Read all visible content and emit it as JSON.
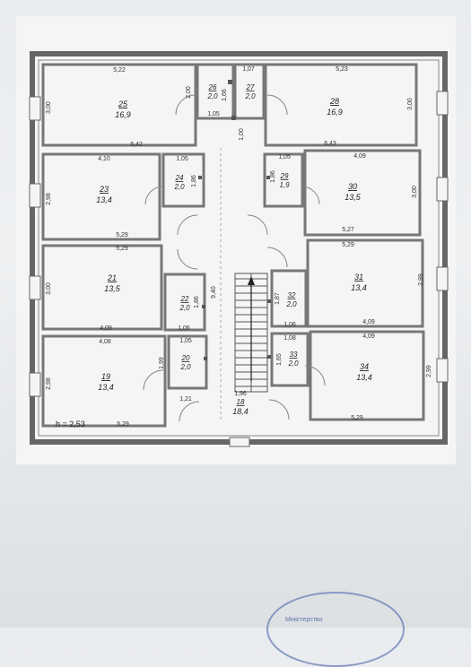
{
  "rooms": [
    {
      "id": "25",
      "area": "16,9"
    },
    {
      "id": "26",
      "area": "2,0"
    },
    {
      "id": "27",
      "area": "2,0"
    },
    {
      "id": "28",
      "area": "16,9"
    },
    {
      "id": "23",
      "area": "13,4"
    },
    {
      "id": "24",
      "area": "2,0"
    },
    {
      "id": "29",
      "area": "1,9"
    },
    {
      "id": "30",
      "area": "13,5"
    },
    {
      "id": "21",
      "area": "13,5"
    },
    {
      "id": "22",
      "area": "2,0"
    },
    {
      "id": "31",
      "area": "13,4"
    },
    {
      "id": "32",
      "area": "2,0"
    },
    {
      "id": "19",
      "area": "13,4"
    },
    {
      "id": "20",
      "area": "2,0"
    },
    {
      "id": "18",
      "area": "18,4"
    },
    {
      "id": "33",
      "area": "2,0"
    },
    {
      "id": "34",
      "area": "13,4"
    }
  ],
  "dimensions": [
    "5,22",
    "1,07",
    "5,23",
    "3,00",
    "3,00",
    "1,66",
    "2,00",
    "1,05",
    "1,00",
    "6,42",
    "6,43",
    "4,10",
    "1,05",
    "1,05",
    "4,09",
    "2,98",
    "1,86",
    "1,86",
    "3,00",
    "5,29",
    "5,27",
    "5,29",
    "5,29",
    "3,00",
    "9,40",
    "1,86",
    "1,87",
    "2,99",
    "4,09",
    "1,06",
    "1,06",
    "4,09",
    "4,08",
    "1,05",
    "1,08",
    "4,09",
    "2,98",
    "1,99",
    "1,65",
    "2,99",
    "1,21",
    "1,96",
    "5,29",
    "5,29"
  ],
  "height_note": "h = 2,53",
  "stamp_text": "Міністерство"
}
